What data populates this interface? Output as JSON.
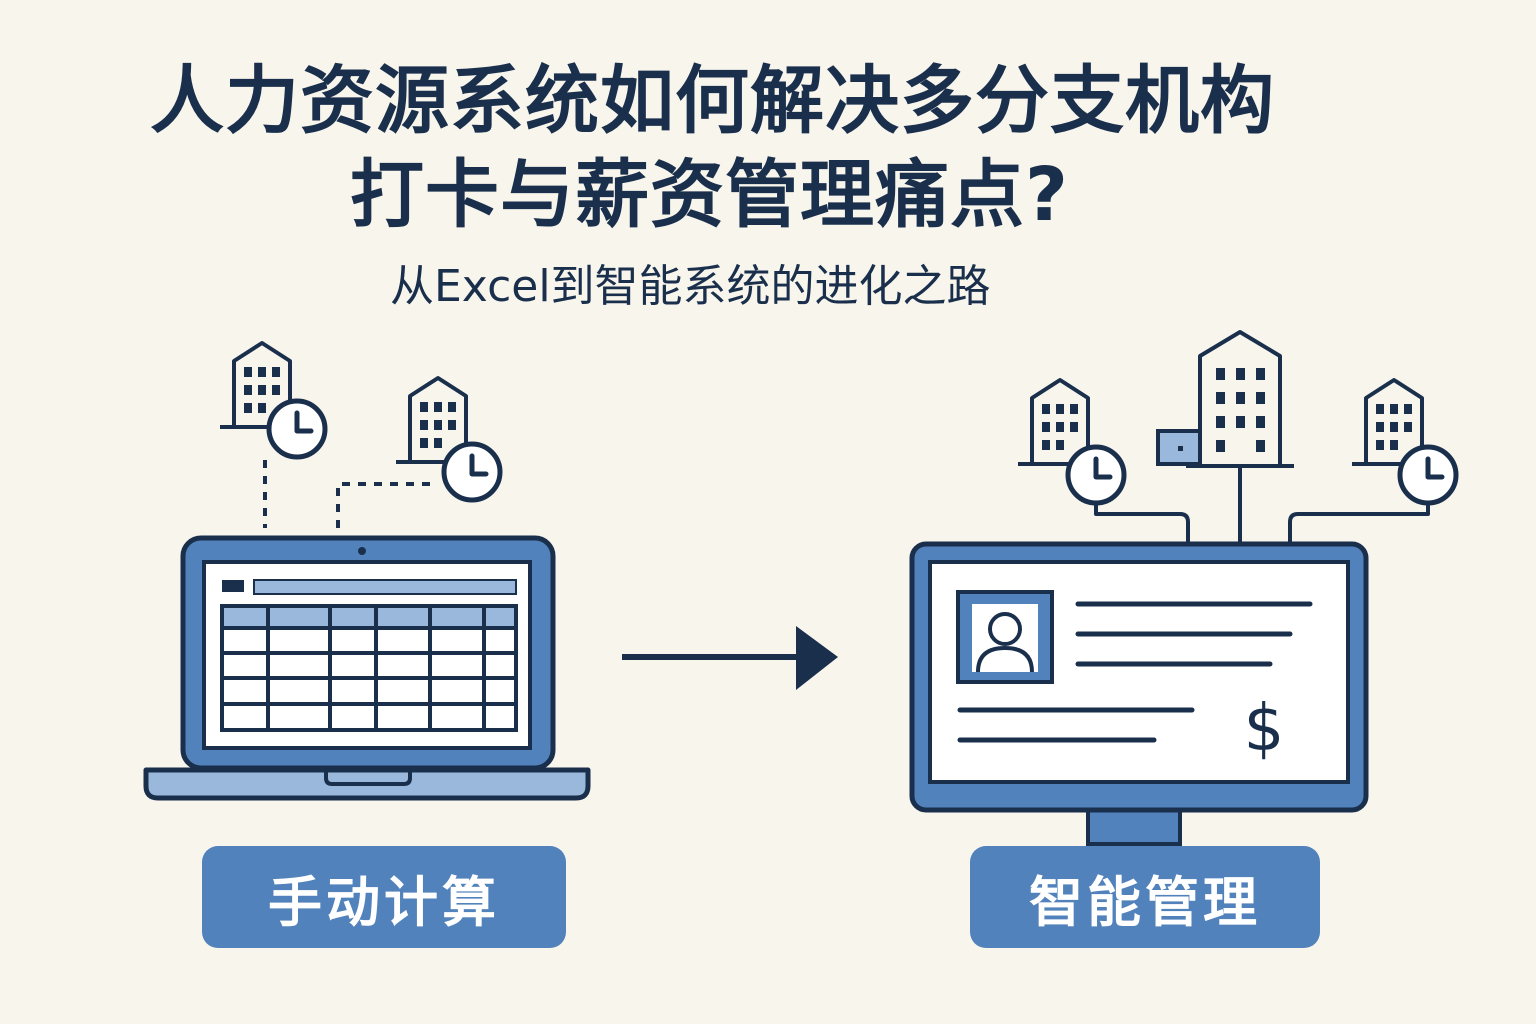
{
  "title": {
    "line1": "人力资源系统如何解决多分支机构",
    "line2": "打卡与薪资管理痛点?"
  },
  "subtitle": "从Excel到智能系统的进化之路",
  "left_label": "手动计算",
  "right_label": "智能管理",
  "right_screen": {
    "currency_symbol": "$"
  },
  "colors": {
    "background": "#f8f5ec",
    "navy": "#1a2f4c",
    "accent_blue": "#5282bb",
    "light_blue": "#9ab8dc",
    "label_text": "#ffffff"
  },
  "icons": {
    "branch_building": "building-icon",
    "attendance_clock": "clock-icon",
    "transition_arrow": "arrow-right-icon",
    "employee_avatar": "person-icon"
  }
}
